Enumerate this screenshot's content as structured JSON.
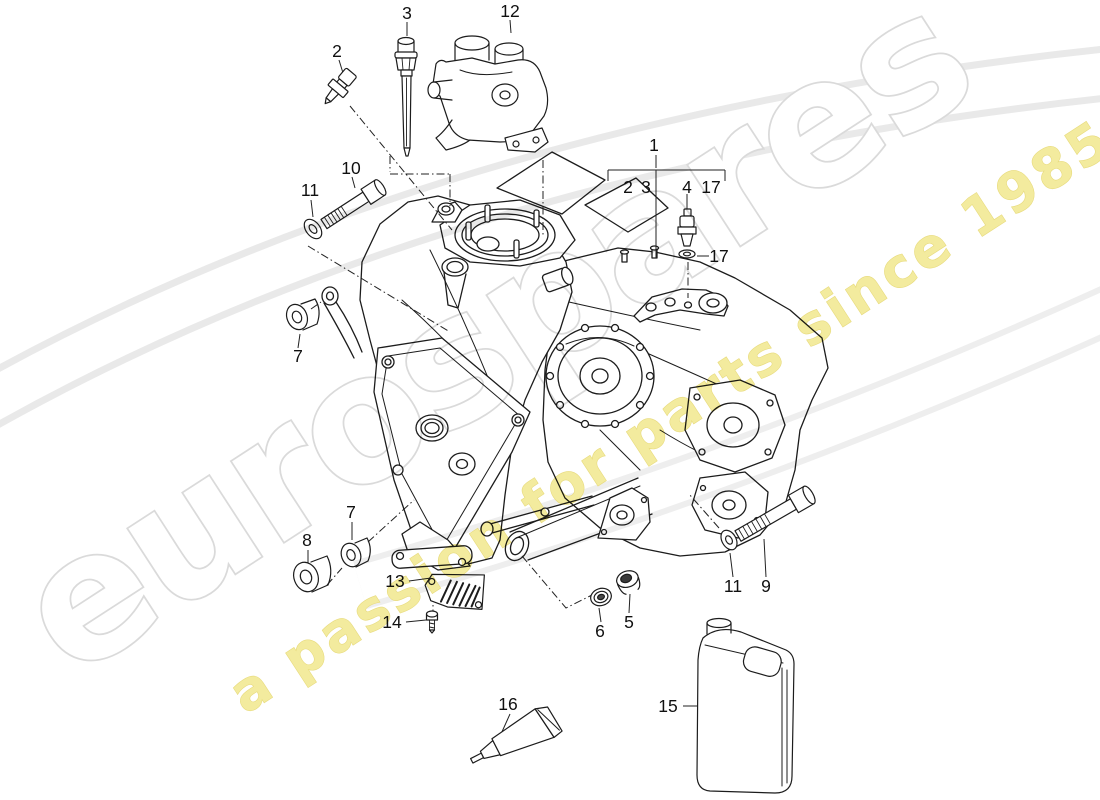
{
  "watermark": {
    "brand": "eurospares",
    "tagline": "a passion for parts since 1985"
  },
  "callouts": {
    "c1": "1",
    "c2": "2",
    "c3": "3",
    "c4": "4",
    "c5": "5",
    "c6": "6",
    "c7": "7",
    "c8": "8",
    "c9": "9",
    "c10": "10",
    "c11": "11",
    "c12": "12",
    "c13": "13",
    "c14": "14",
    "c15": "15",
    "c16": "16",
    "c17": "17"
  }
}
